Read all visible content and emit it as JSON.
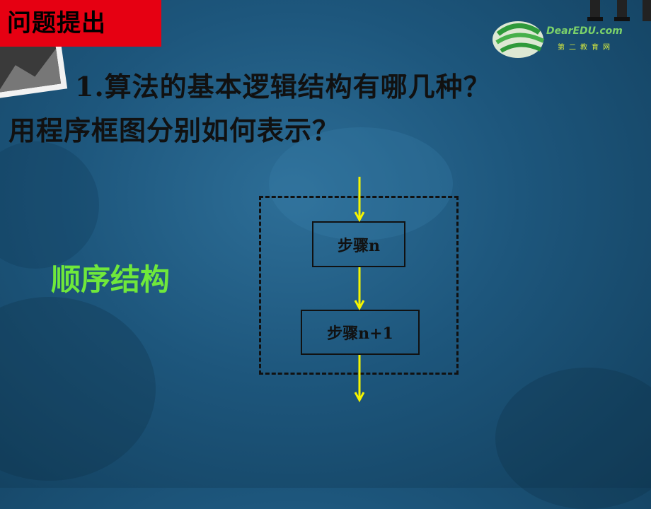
{
  "slide": {
    "title": "问题提出",
    "question_line1": "1.算法的基本逻辑结构有哪几种？",
    "question_line2": "用程序框图分别如何表示？",
    "structure_label": "顺序结构"
  },
  "logo": {
    "brand": "DearEDU.com",
    "subtitle": "第二教育网"
  },
  "flowchart": {
    "steps": [
      "步骤n",
      "步骤n+1"
    ],
    "arrow_color": "#f5f500"
  }
}
